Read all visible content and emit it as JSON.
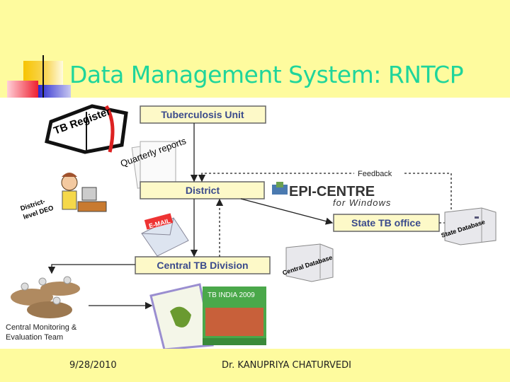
{
  "slide": {
    "title": "Data Management System: RNTCP",
    "footer": {
      "date": "9/28/2010",
      "author": "Dr. KANUPRIYA CHATURVEDI"
    }
  },
  "diagram": {
    "nodes": {
      "tu": "Tuberculosis Unit",
      "district": "District",
      "ctd": "Central TB Division",
      "state": "State TB office"
    },
    "labels": {
      "tb_register": "TB Register",
      "quarterly": "Quarterly reports",
      "feedback": "Feedback",
      "deo_line1": "District-",
      "deo_line2": "level DEO",
      "email": "E-MAIL",
      "epi_main": "EPI-CENTRE",
      "epi_sub": "for Windows",
      "state_db": "State Database",
      "central_db": "Central Database",
      "cme_line1": "Central Monitoring &",
      "cme_line2": "Evaluation Team",
      "report_title": "TB INDIA 2009"
    }
  },
  "colors": {
    "background": "#fefb9e",
    "title": "#1fd59b",
    "box_fill": "#fdf9c8",
    "box_text": "#3a4a8c"
  }
}
